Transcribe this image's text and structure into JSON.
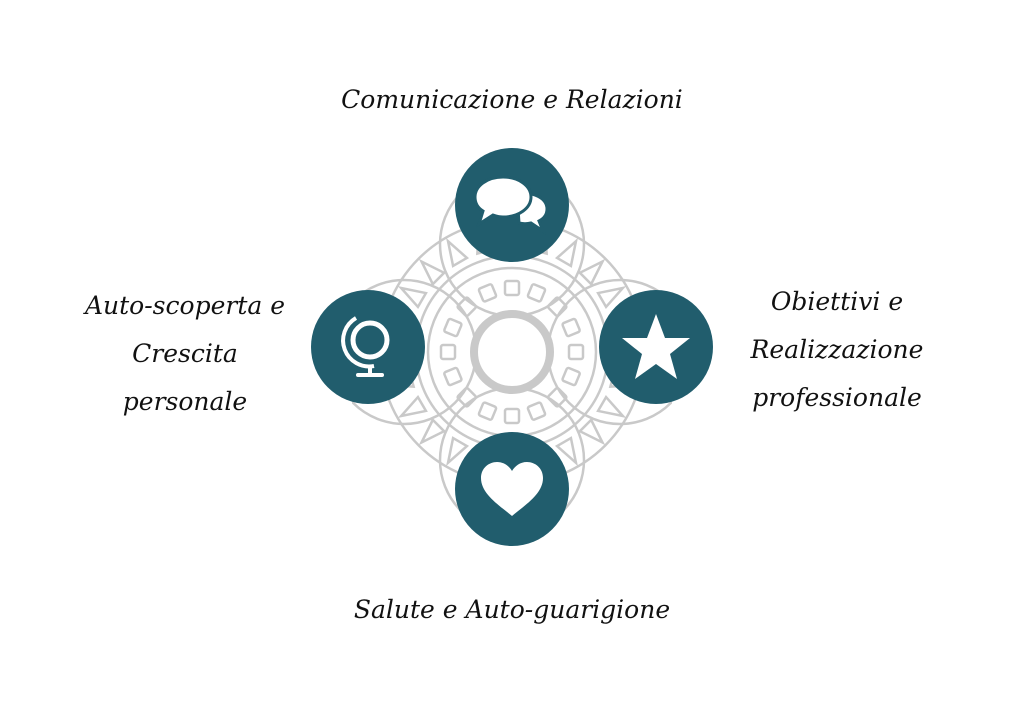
{
  "theme": {
    "node_color": "#215d6d",
    "ornament_color": "#c9c9c9",
    "text_color": "#111111"
  },
  "center": {
    "icon": "mandala-icon"
  },
  "nodes": {
    "top": {
      "icon": "speech-bubbles-icon",
      "label_lines": [
        "Comunicazione e Relazioni"
      ]
    },
    "left": {
      "icon": "globe-icon",
      "label_lines": [
        "Auto-scoperta e",
        "Crescita",
        "personale"
      ]
    },
    "right": {
      "icon": "star-icon",
      "label_lines": [
        "Obiettivi e",
        "Realizzazione",
        "professionale"
      ]
    },
    "bottom": {
      "icon": "heart-icon",
      "label_lines": [
        "Salute e Auto-guarigione"
      ]
    }
  }
}
